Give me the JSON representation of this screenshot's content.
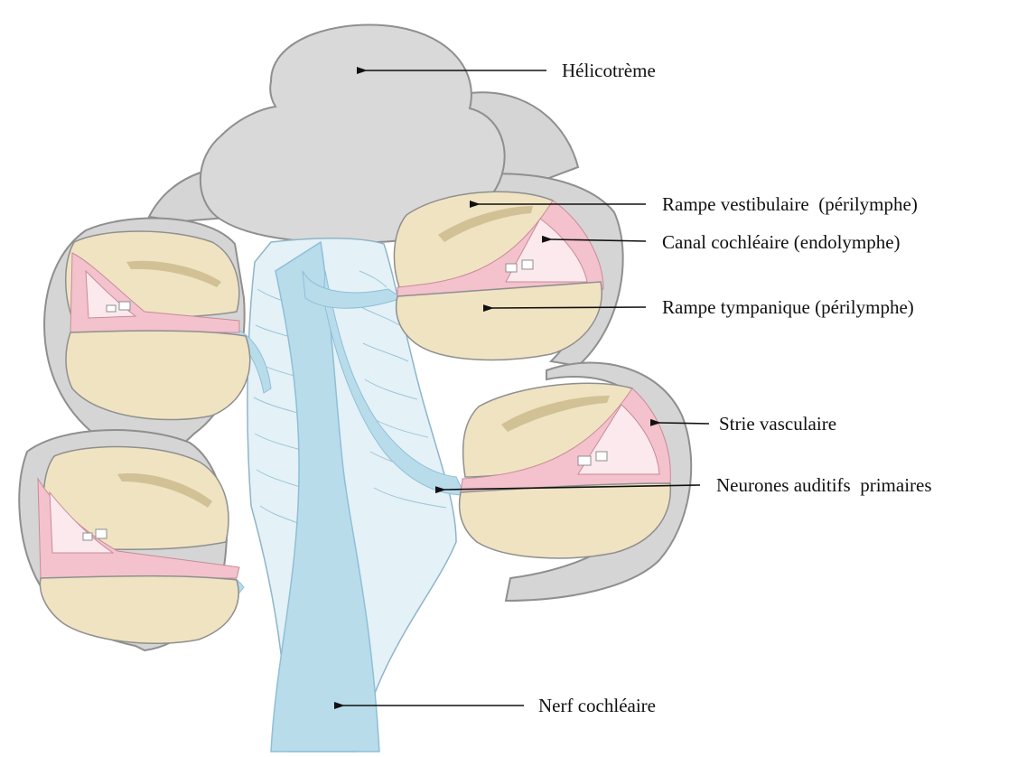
{
  "labels": {
    "helicotreme": "Hélicotrème",
    "rampe_vestibulaire": "Rampe vestibulaire  (périlymphe)",
    "canal_cochleaire": "Canal cochléaire (endolymphe)",
    "rampe_tympanique": "Rampe tympanique (périlymphe)",
    "strie_vasculaire": "Strie vasculaire",
    "neurones_auditifs": "Neurones auditifs  primaires",
    "nerf_cochleaire": "Nerf cochléaire"
  },
  "colors": {
    "outer_wall": "#d5d5d5",
    "outline": "#8f8f8f",
    "helicotreme": "#d9d9d9",
    "perilymph": "#efe3c2",
    "endolymph_membrane": "#f3c2cd",
    "cochlear_duct": "#fbe9ee",
    "nerve": "#b8dcea",
    "nerve_dark": "#8ebfd8",
    "spiral_lamina": "#c9b88a"
  }
}
